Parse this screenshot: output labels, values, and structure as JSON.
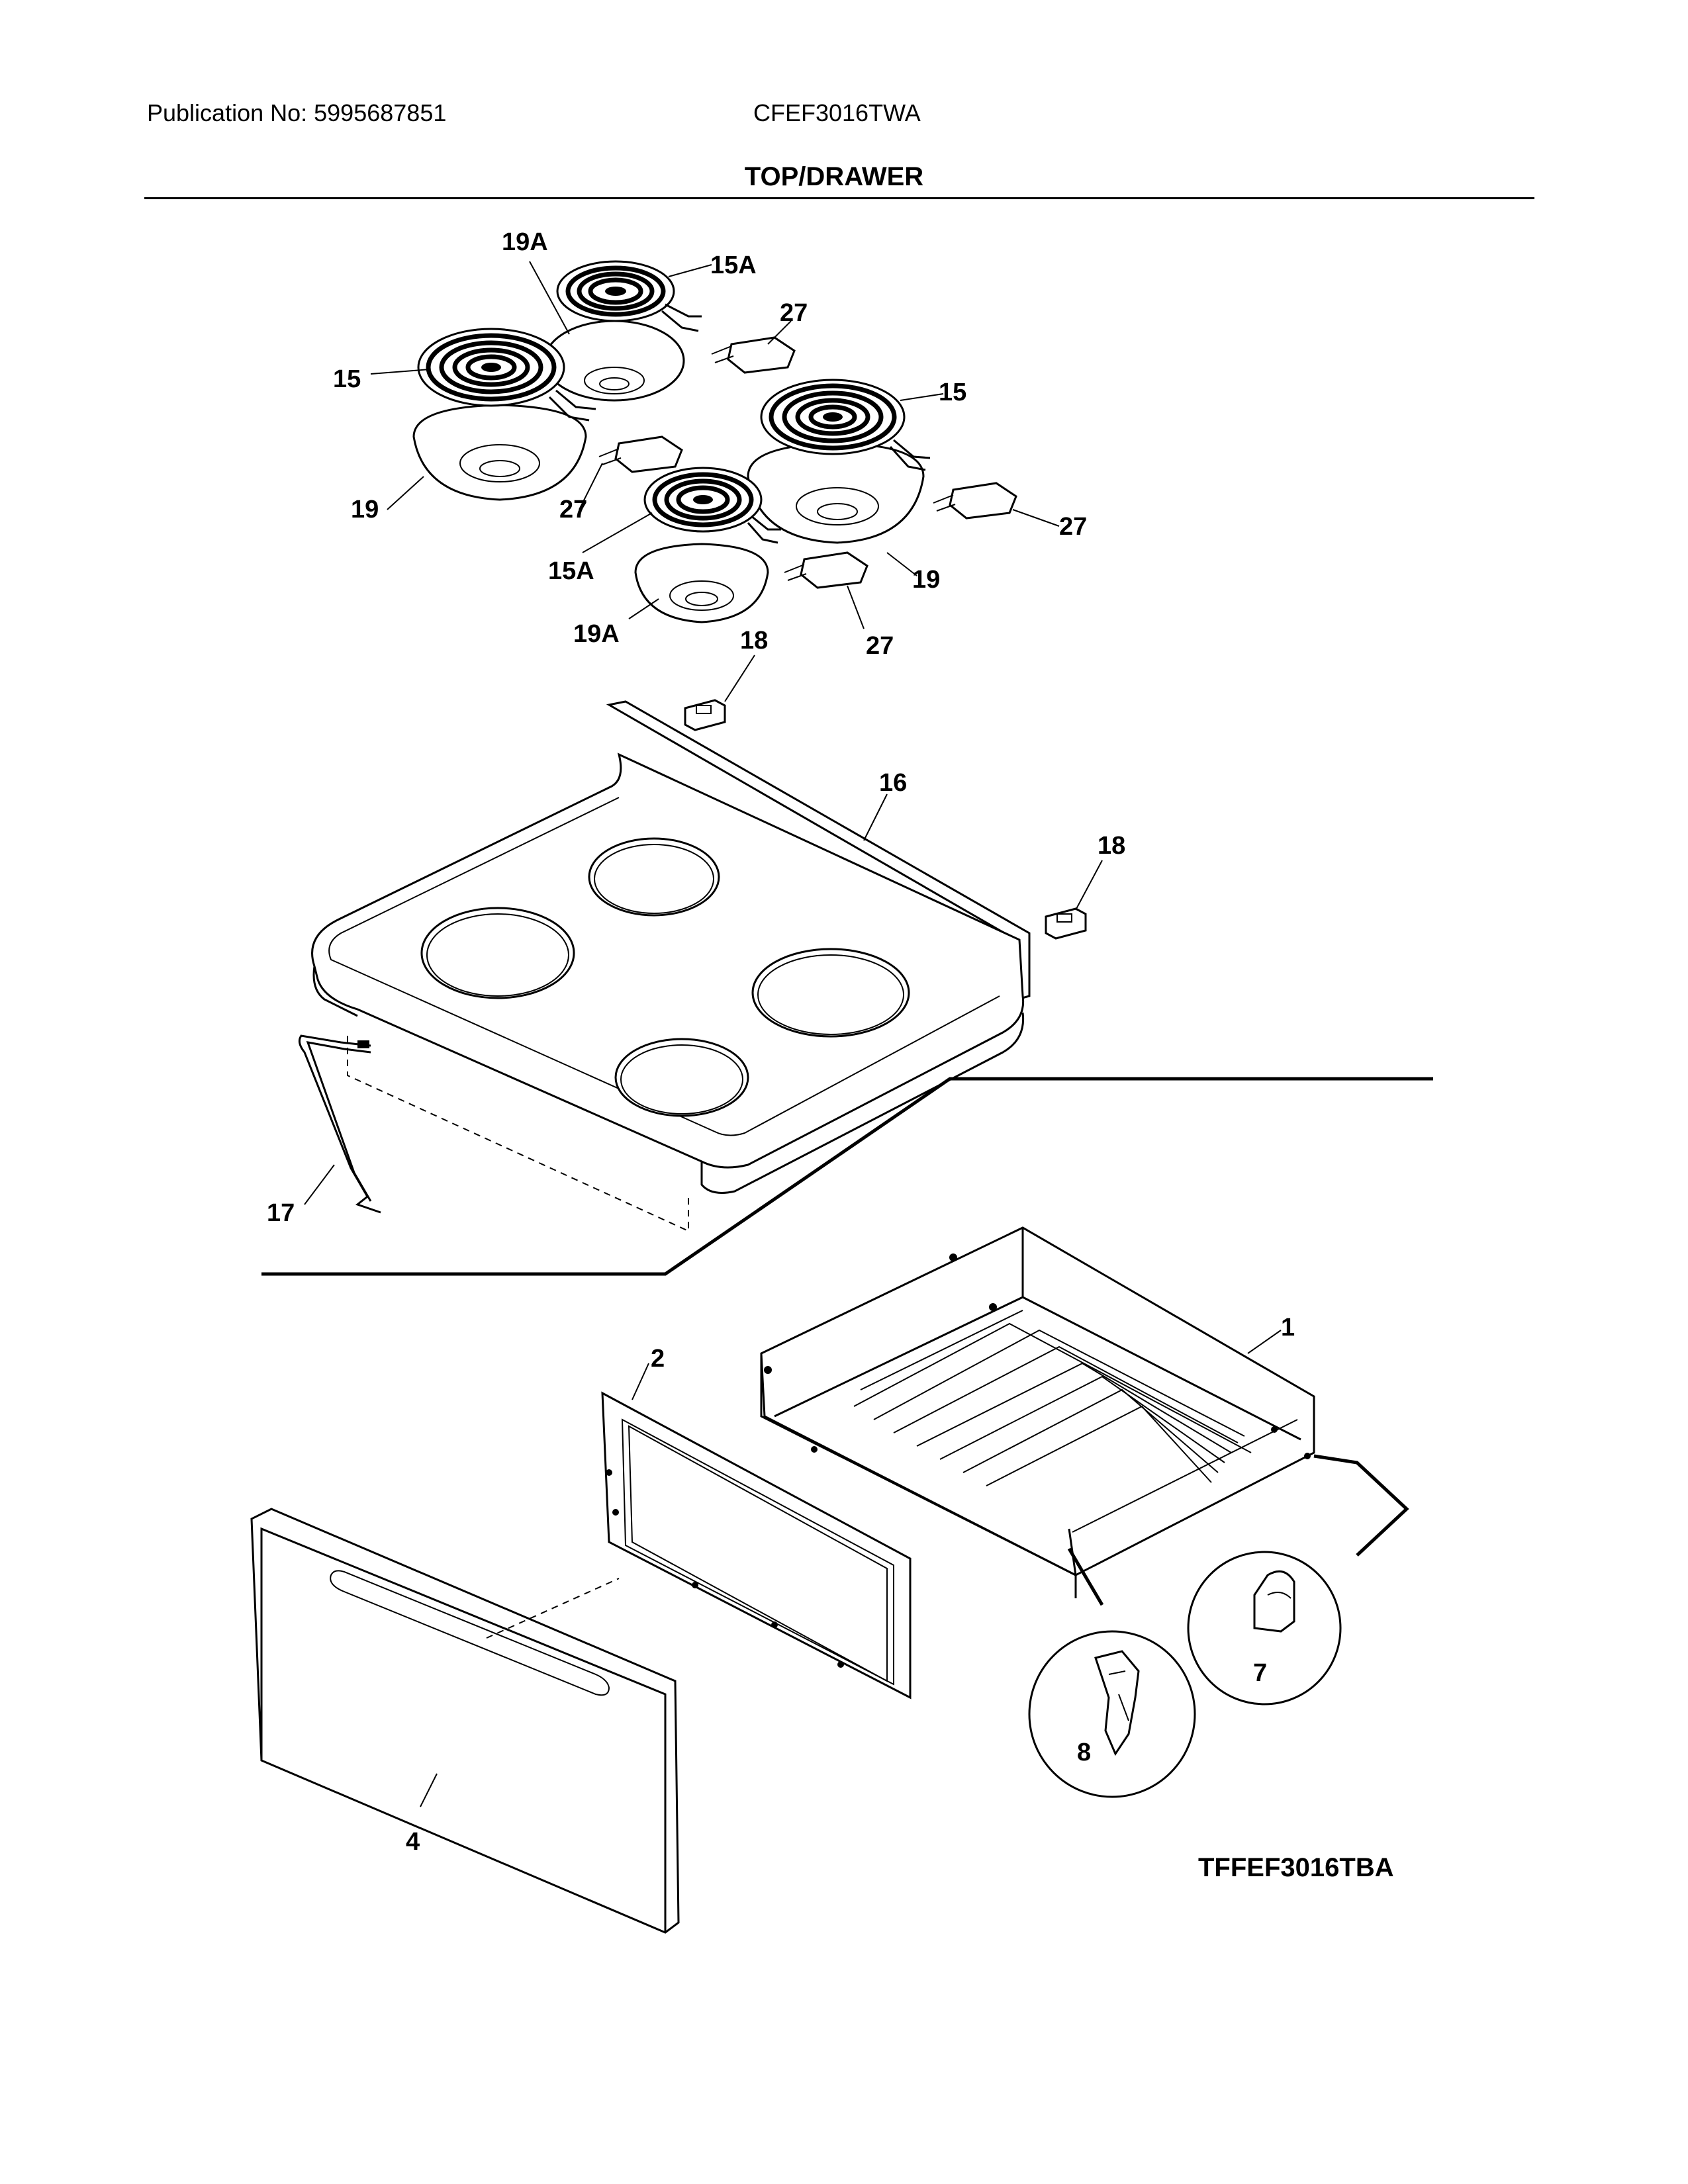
{
  "header": {
    "publication": "Publication No: 5995687851",
    "model": "CFEF3016TWA",
    "section_title": "TOP/DRAWER"
  },
  "diagram_code": "TFFEF3016TBA",
  "callouts": {
    "c19a_top": "19A",
    "c15a_top": "15A",
    "c27_a": "27",
    "c15_left": "15",
    "c15_right": "15",
    "c19_left": "19",
    "c27_b": "27",
    "c27_c": "27",
    "c15a_bottom": "15A",
    "c19_right": "19",
    "c19a_bottom": "19A",
    "c27_d": "27",
    "c18_top": "18",
    "c16": "16",
    "c18_right": "18",
    "c17": "17",
    "c1": "1",
    "c2": "2",
    "c7": "7",
    "c8": "8",
    "c4": "4"
  }
}
